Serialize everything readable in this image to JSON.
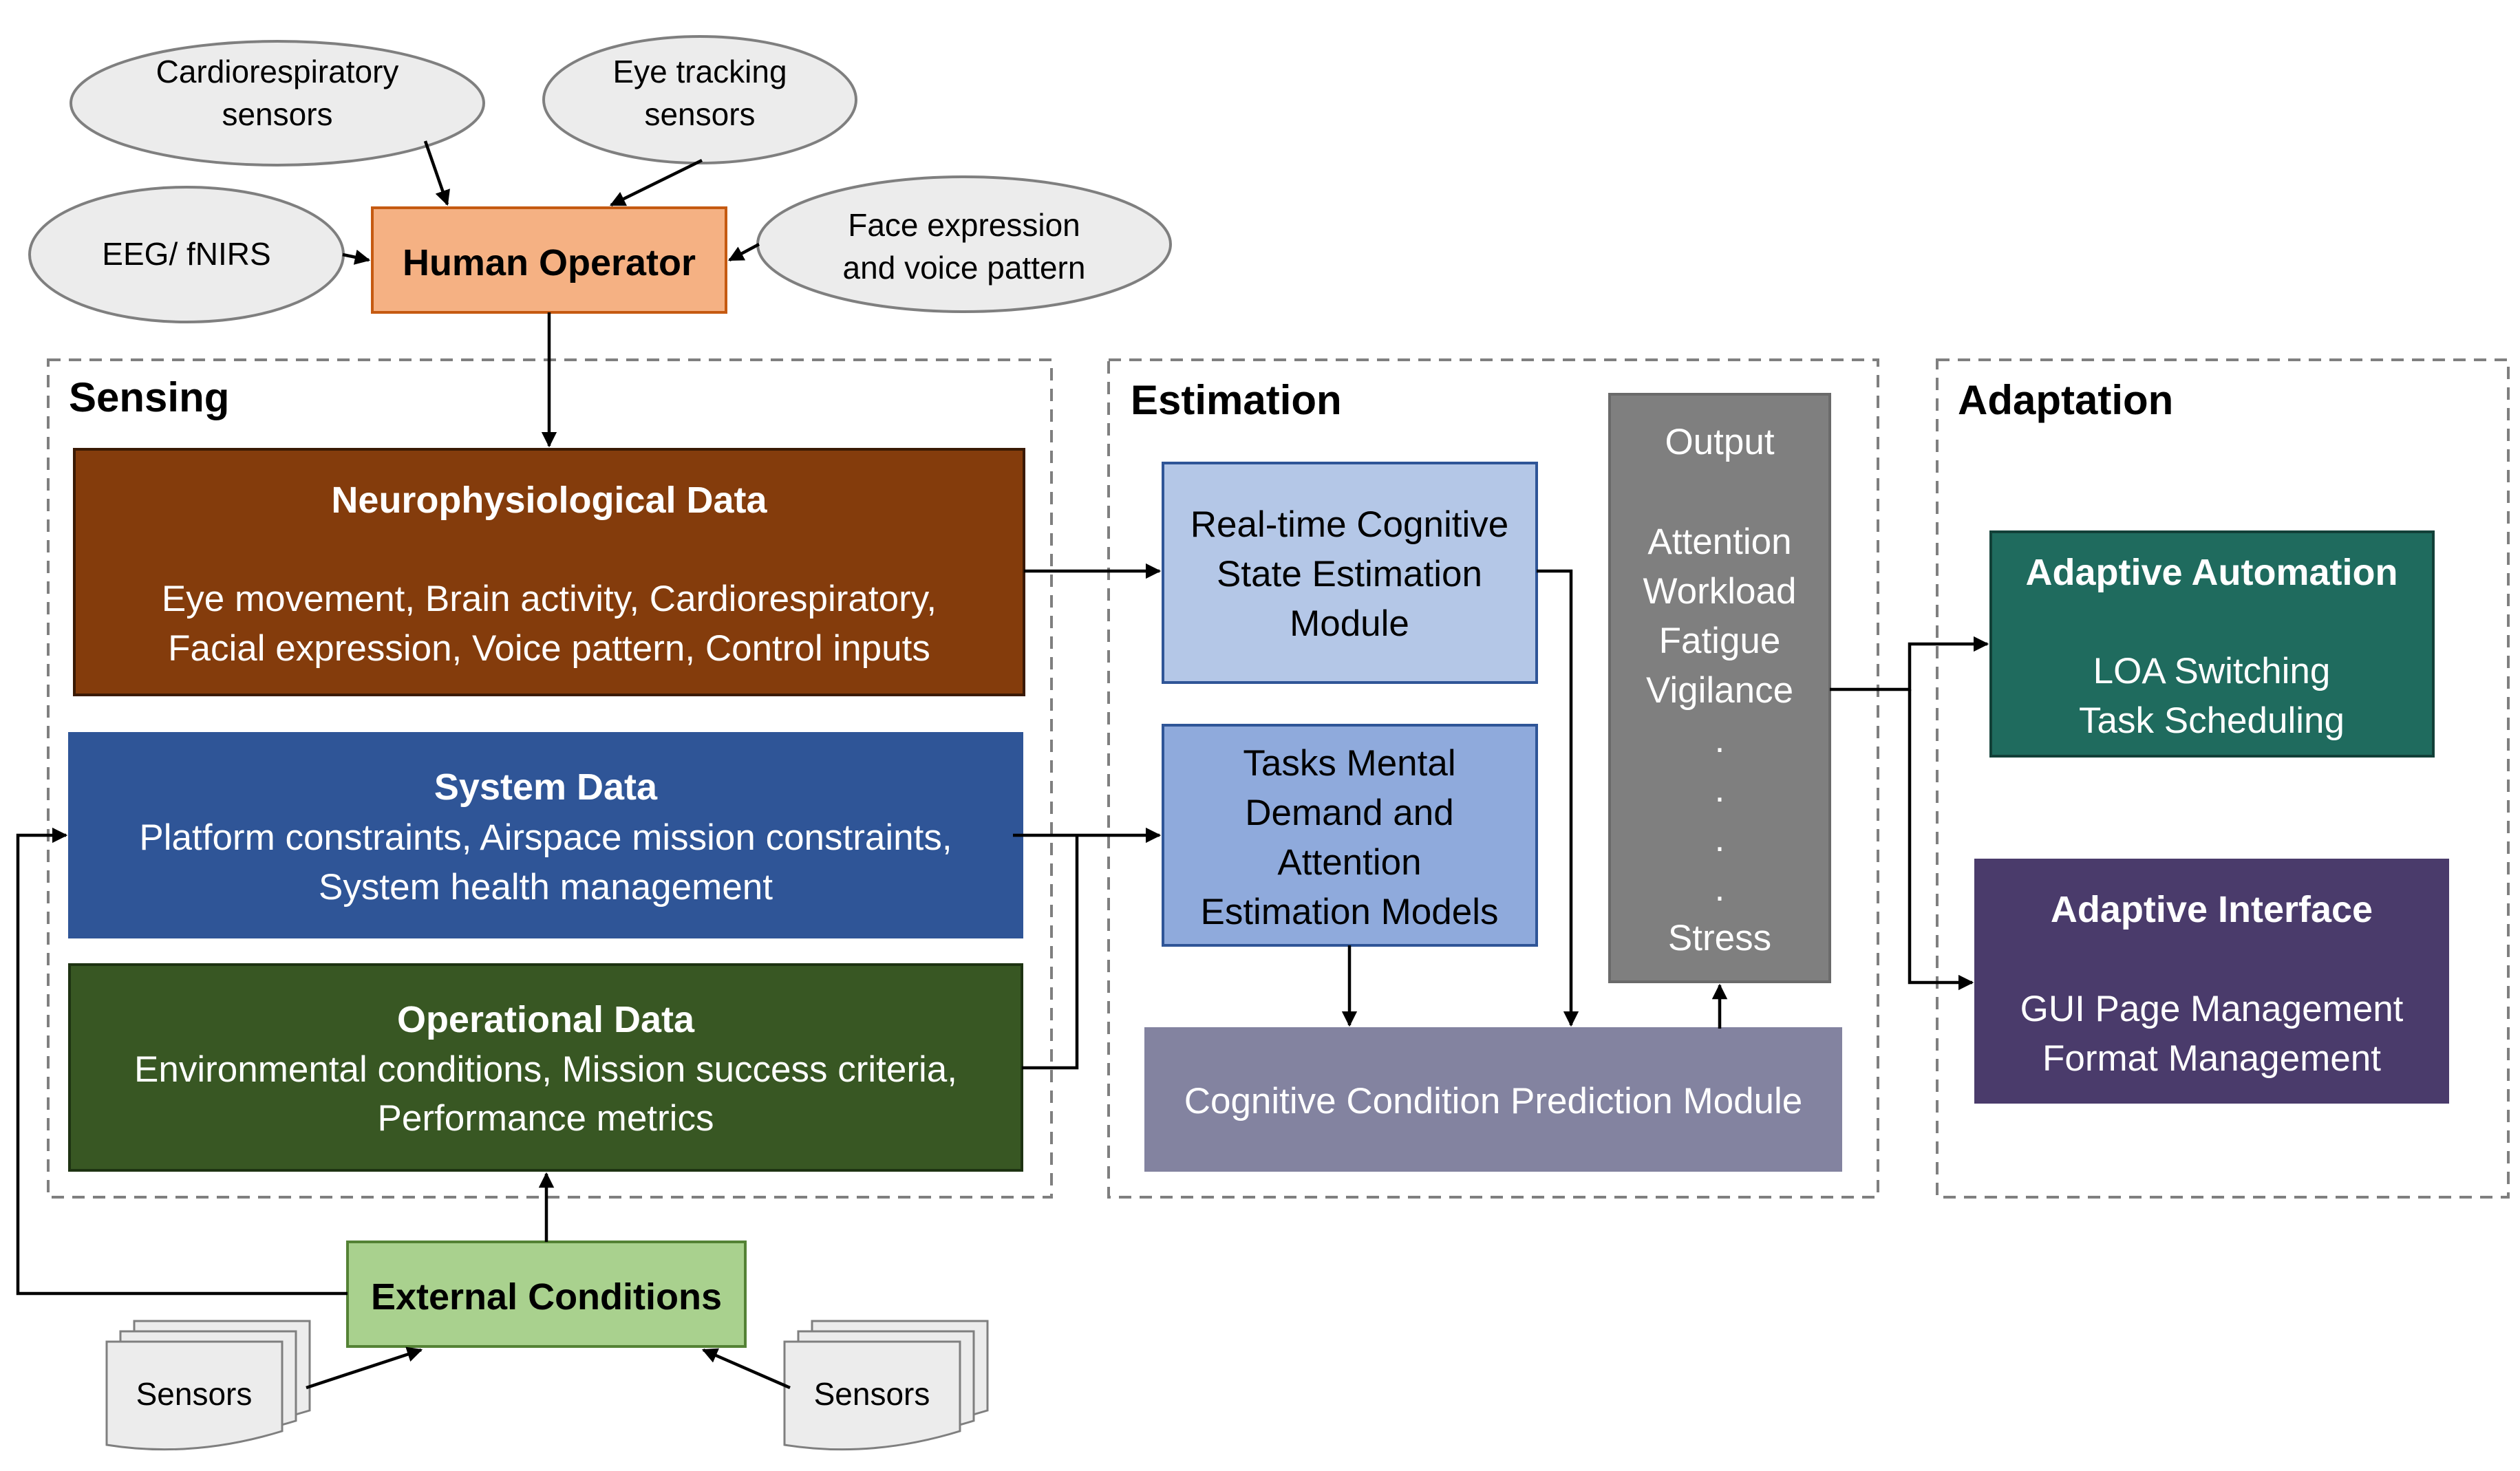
{
  "colors": {
    "human_operator": "#f5b183",
    "sensor_ellipse": "#ececec",
    "neurophysiological": "#843c0c",
    "system": "#2f5597",
    "operational": "#385723",
    "external": "#a9d18e",
    "realtime_module": "#b4c7e7",
    "tasks_models": "#8faadc",
    "prediction_module": "#8383a0",
    "output_box": "#7f7f7f",
    "adaptive_automation": "#1f6b5e",
    "adaptive_interface": "#4a3b6b",
    "dashed_border": "#7f7f7f"
  },
  "sensors_in": {
    "cardio": [
      "Cardiorespiratory",
      "sensors"
    ],
    "eye": [
      "Eye tracking",
      "sensors"
    ],
    "eeg": [
      "EEG/ fNIRS"
    ],
    "face": [
      "Face expression",
      "and voice pattern"
    ]
  },
  "human_operator": "Human Operator",
  "regions": {
    "sensing": "Sensing",
    "estimation": "Estimation",
    "adaptation": "Adaptation"
  },
  "neuro": {
    "title": "Neurophysiological Data",
    "lines": [
      "Eye movement, Brain activity, Cardiorespiratory,",
      "Facial expression, Voice pattern, Control inputs"
    ]
  },
  "system": {
    "title": "System Data",
    "lines": [
      "Platform constraints, Airspace mission constraints,",
      "System health management"
    ]
  },
  "operational": {
    "title": "Operational Data",
    "lines": [
      "Environmental conditions, Mission success criteria,",
      "Performance metrics"
    ]
  },
  "external": "External Conditions",
  "sensor_docs": [
    "Sensors",
    "Sensors"
  ],
  "realtime": [
    "Real-time Cognitive",
    "State Estimation",
    "Module"
  ],
  "tasks": [
    "Tasks Mental",
    "Demand and",
    "Attention",
    "Estimation Models"
  ],
  "prediction": "Cognitive Condition Prediction Module",
  "output": {
    "header": "Output",
    "items": [
      "Attention",
      "Workload",
      "Fatigue",
      "Vigilance"
    ],
    "dots": [
      ".",
      ".",
      ".",
      "."
    ],
    "last": "Stress"
  },
  "adaptive_automation": {
    "title": "Adaptive Automation",
    "lines": [
      "LOA Switching",
      "Task Scheduling"
    ]
  },
  "adaptive_interface": {
    "title": "Adaptive Interface",
    "lines": [
      "GUI Page Management",
      "Format Management"
    ]
  }
}
